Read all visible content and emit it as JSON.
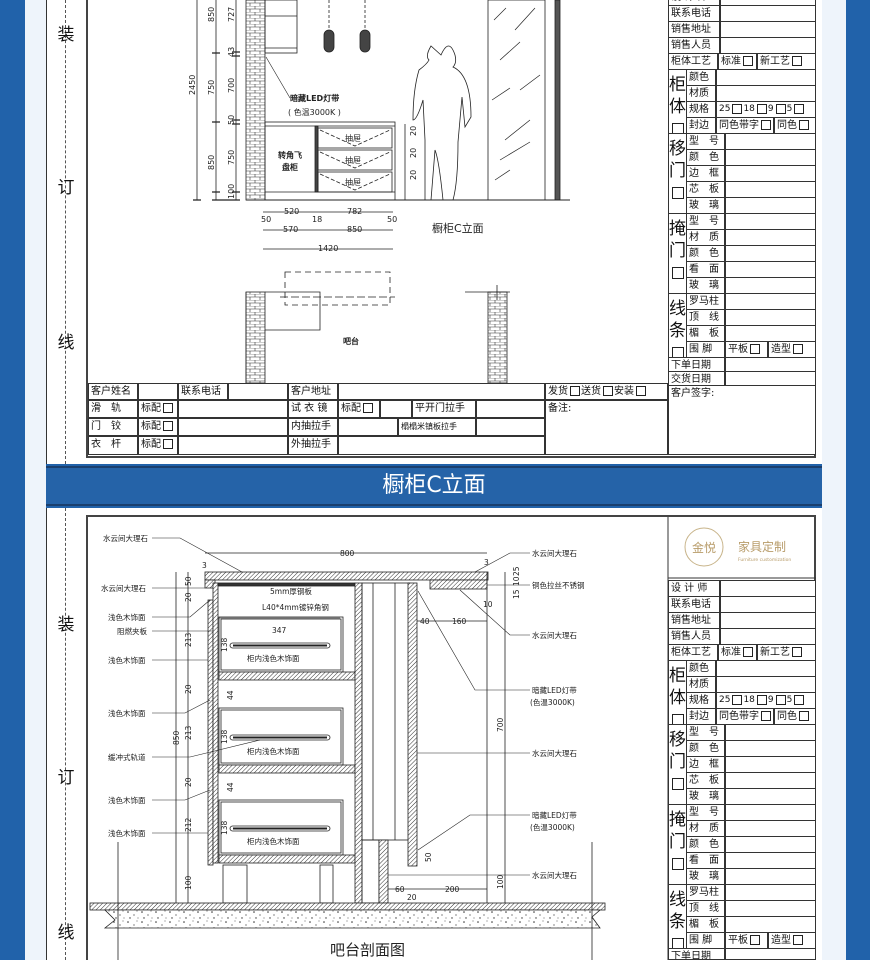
{
  "binding_marks": [
    "装",
    "订",
    "线"
  ],
  "banner_title": "橱柜C立面",
  "elevation": {
    "title": "橱柜C立面",
    "dims_total": "2450",
    "dims_col1": [
      "850",
      "750",
      "850"
    ],
    "dims_col2": [
      "727",
      "43",
      "700",
      "50",
      "750",
      "100"
    ],
    "led_label": "暗藏LED灯带",
    "led_temp": "( 色温3000K )",
    "corner_cabinet": [
      "转角飞",
      "盘柜"
    ],
    "drawer_label": "抽屉",
    "drawer_gap": "20",
    "dims_bottom_row1": [
      "50",
      "520",
      "18",
      "782",
      "50"
    ],
    "dims_bottom_row2": [
      "570",
      "850"
    ],
    "dims_bottom_total": "1420",
    "bar_label": "吧台"
  },
  "order_form": {
    "customer_name": "客户姓名",
    "contact_phone": "联系电话",
    "customer_address": "客户地址",
    "ship": "发货",
    "deliver": "送货",
    "install": "安装",
    "slide_rail": "滑　轨",
    "hinge": "门　铰",
    "clothes_rod": "衣　杆",
    "standard": "标配",
    "mirror": "试 衣 镜",
    "swing_handle": "平开门拉手",
    "inner_drawer_handle": "内抽拉手",
    "tatami_handle": "榻榻米镇板拉手",
    "outer_drawer_handle": "外抽拉手",
    "remarks": "备注:"
  },
  "info_panel": {
    "logo_mark": "金悦",
    "logo_title": "家具定制",
    "logo_subtitle": "Furniture customization",
    "designer": "设 计 师",
    "phone": "联系电话",
    "sales_address": "销售地址",
    "salesperson": "销售人员",
    "process_label": "柜体工艺",
    "process_standard": "标准",
    "process_new": "新工艺",
    "body_group": [
      "柜",
      "体"
    ],
    "body_color": "颜色",
    "body_material": "材质",
    "body_spec": "规格",
    "spec_options": [
      "25",
      "18",
      "9",
      "5"
    ],
    "body_edge": "封边",
    "edge_opt1": "同色带字",
    "edge_opt2": "同色",
    "sliding_group": [
      "移",
      "门"
    ],
    "sliding_rows": [
      "型　号",
      "颜　色",
      "边　框",
      "芯　板",
      "玻　璃"
    ],
    "hinged_group": [
      "掩",
      "门"
    ],
    "hinged_rows": [
      "型　号",
      "材　质",
      "颜　色",
      "看　面",
      "玻　璃"
    ],
    "molding_group": [
      "线",
      "条"
    ],
    "molding_rows": [
      "罗马柱",
      "顶　线",
      "楣　板"
    ],
    "skirting": "围 脚",
    "skirting_flat": "平板",
    "skirting_shaped": "造型",
    "order_date": "下单日期",
    "delivery_date": "交货日期",
    "customer_signature": "客户签字:"
  },
  "section": {
    "title": "吧台剖面图",
    "left_labels": [
      "水云间大理石",
      "水云间大理石",
      "浅色木饰面",
      "阻燃夹板",
      "浅色木饰面",
      "浅色木饰面",
      "缓冲式轨道",
      "浅色木饰面",
      "浅色木饰面"
    ],
    "right_labels": [
      "水云间大理石",
      "铜色拉丝不锈钢",
      "水云间大理石",
      "暗藏LED灯带",
      "(色温3000K)",
      "水云间大理石",
      "暗藏LED灯带",
      "(色温3000K)",
      "水云间大理石"
    ],
    "steel_plate": "5mm厚钢板",
    "angle_steel": "L40*4mm镀锌角钢",
    "drawer_inner": "柜内浅色木饰面",
    "dim_width": "800",
    "dim_inner": "347",
    "dim_height": "850",
    "dims_left": [
      "50",
      "20",
      "213",
      "20",
      "213",
      "20",
      "212",
      "100"
    ],
    "dim_drawer": "138",
    "dim_right_height": "700",
    "dim_right_base": "100",
    "dims_top_right": [
      "25",
      "10",
      "15"
    ],
    "dims_overhang": [
      "40",
      "160"
    ],
    "dims_bottom": [
      "60",
      "20",
      "200"
    ],
    "dim_small": [
      "3",
      "10",
      "50",
      "44"
    ]
  }
}
